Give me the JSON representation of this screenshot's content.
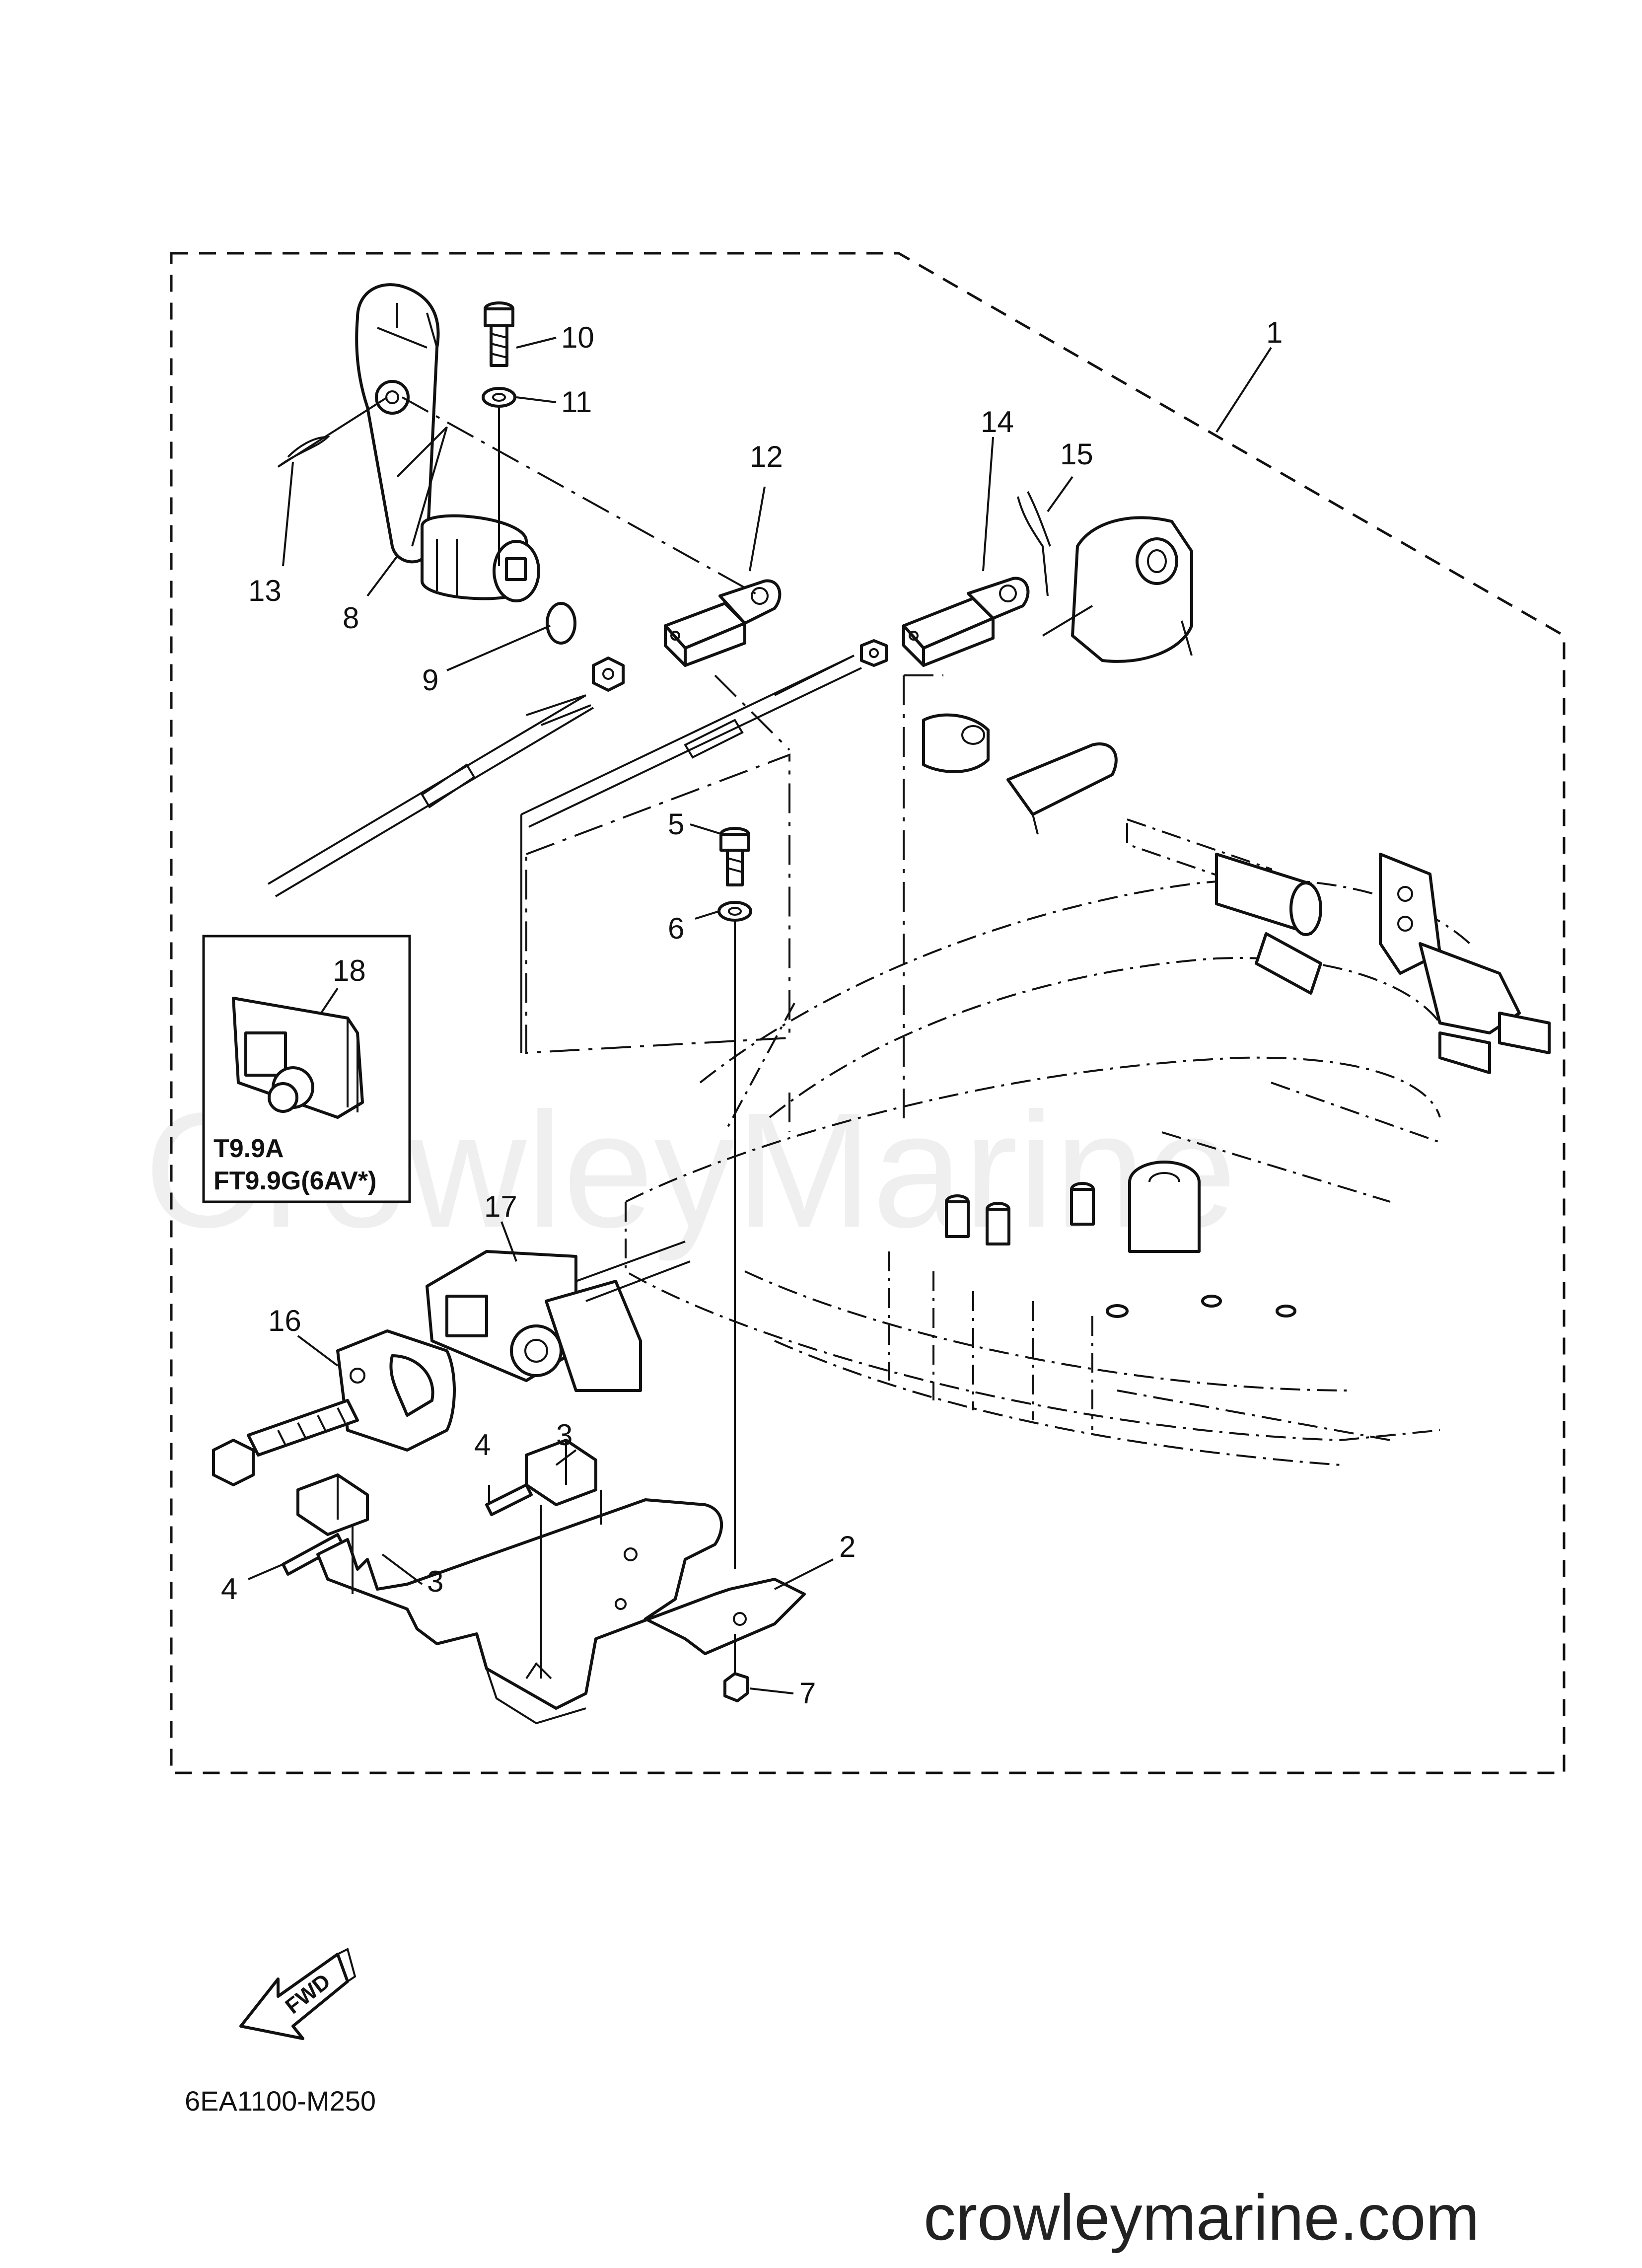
{
  "watermark": "CrowleyMarine",
  "part_callouts": [
    {
      "id": "1",
      "label": "1"
    },
    {
      "id": "2",
      "label": "2"
    },
    {
      "id": "3a",
      "label": "3"
    },
    {
      "id": "3b",
      "label": "3"
    },
    {
      "id": "4a",
      "label": "4"
    },
    {
      "id": "4b",
      "label": "4"
    },
    {
      "id": "5",
      "label": "5"
    },
    {
      "id": "6",
      "label": "6"
    },
    {
      "id": "7",
      "label": "7"
    },
    {
      "id": "8",
      "label": "8"
    },
    {
      "id": "9",
      "label": "9"
    },
    {
      "id": "10",
      "label": "10"
    },
    {
      "id": "11",
      "label": "11"
    },
    {
      "id": "12",
      "label": "12"
    },
    {
      "id": "13",
      "label": "13"
    },
    {
      "id": "14",
      "label": "14"
    },
    {
      "id": "15",
      "label": "15"
    },
    {
      "id": "16",
      "label": "16"
    },
    {
      "id": "17",
      "label": "17"
    },
    {
      "id": "18",
      "label": "18"
    }
  ],
  "inset": {
    "part_label": "18",
    "model_line_1": "T9.9A",
    "model_line_2": "FT9.9G(6AV*)"
  },
  "fwd_arrow": {
    "text": "FWD"
  },
  "diagram_code": "6EA1100-M250",
  "site_footer": "crowleymarine.com"
}
